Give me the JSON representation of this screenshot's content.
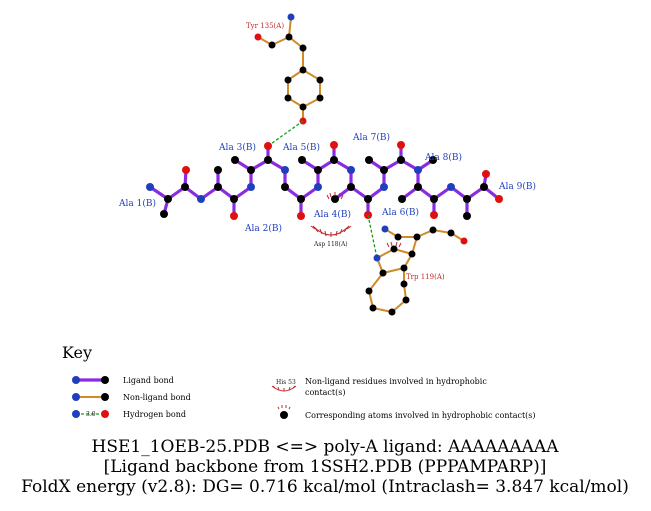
{
  "residue_labels": {
    "ala1": "Ala 1(B)",
    "ala2": "Ala 2(B)",
    "ala3": "Ala 3(B)",
    "ala4": "Ala 4(B)",
    "ala5": "Ala 5(B)",
    "ala6": "Ala 6(B)",
    "ala7": "Ala 7(B)",
    "ala8": "Ala 8(B)",
    "ala9": "Ala 9(B)",
    "tyr135": "Tyr 135(A)",
    "trp119": "Trp 119(A)",
    "asp118": "Asp 118(A)"
  },
  "key": {
    "title": "Key",
    "ligand_bond": "Ligand bond",
    "nonligand_bond": "Non-ligand bond",
    "hydrogen_bond": "Hydrogen bond",
    "hb_distance": "3.0",
    "hydrophobic_residue_line1": "Non-ligand residues involved in hydrophobic",
    "hydrophobic_residue_line2": "contact(s)",
    "hydrophobic_residue_example": "His 53",
    "hydrophobic_atoms": "Corresponding atoms involved in hydrophobic contact(s)"
  },
  "caption": {
    "line1": "HSE1_1OEB-25.PDB <=> poly-A ligand: AAAAAAAAA",
    "line2": "[Ligand backbone from 1SSH2.PDB (PPPAMPARP)]",
    "line3": "FoldX energy (v2.8): DG= 0.716 kcal/mol (Intraclash= 3.847 kcal/mol)"
  },
  "colors": {
    "ligand_bond": "#8a2be2",
    "nonligand_bond": "#d08a28",
    "hydrogen_bond": "#1a9a1a",
    "carbon": "#000000",
    "nitrogen": "#1f3fbf",
    "oxygen": "#e01010",
    "hydrophobic": "#c0282d"
  }
}
